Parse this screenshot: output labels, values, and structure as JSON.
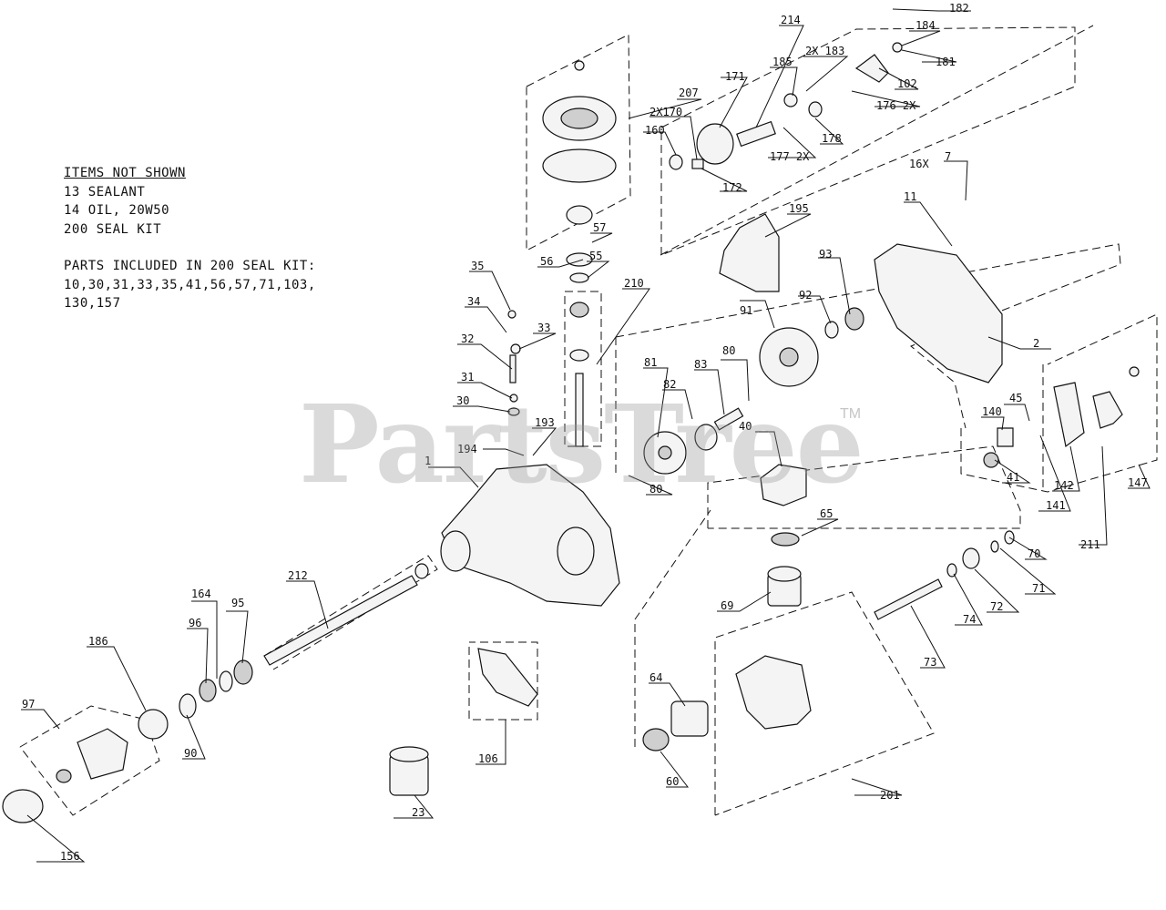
{
  "notes": {
    "heading": "ITEMS NOT SHOWN",
    "lines": [
      "13 SEALANT",
      "14 OIL, 20W50",
      "200 SEAL KIT"
    ],
    "kit_heading": "PARTS INCLUDED IN 200 SEAL KIT:",
    "kit_lines": [
      "10,30,31,33,35,41,56,57,71,103,",
      "130,157"
    ]
  },
  "watermark": {
    "text": "PartsTree",
    "mark": "TM"
  },
  "callouts": {
    "c1": "1",
    "c2": "2",
    "c7": "7",
    "c16x": "16X",
    "c11": "11",
    "c23": "23",
    "c30": "30",
    "c31": "31",
    "c32": "32",
    "c33": "33",
    "c34": "34",
    "c35": "35",
    "c40": "40",
    "c41": "41",
    "c45": "45",
    "c55": "55",
    "c56": "56",
    "c57": "57",
    "c60": "60",
    "c64": "64",
    "c65": "65",
    "c69": "69",
    "c70": "70",
    "c71": "71",
    "c72": "72",
    "c73": "73",
    "c74": "74",
    "c80a": "80",
    "c80b": "80",
    "c81": "81",
    "c82": "82",
    "c83": "83",
    "c90": "90",
    "c91": "91",
    "c92": "92",
    "c93": "93",
    "c95": "95",
    "c96": "96",
    "c97": "97",
    "c102": "102",
    "c106": "106",
    "c140": "140",
    "c141": "141",
    "c142": "142",
    "c147": "147",
    "c156": "156",
    "c160": "160",
    "c164": "164",
    "c170": "2X170",
    "c171": "171",
    "c172": "172",
    "c176": "176 2X",
    "c177": "177 2X",
    "c178": "178",
    "c181": "181",
    "c182": "182",
    "c183": "2X 183",
    "c184": "184",
    "c185": "185",
    "c186": "186",
    "c193": "193",
    "c194": "194",
    "c195": "195",
    "c201": "201",
    "c207": "207",
    "c210": "210",
    "c211": "211",
    "c212": "212",
    "c214": "214"
  }
}
